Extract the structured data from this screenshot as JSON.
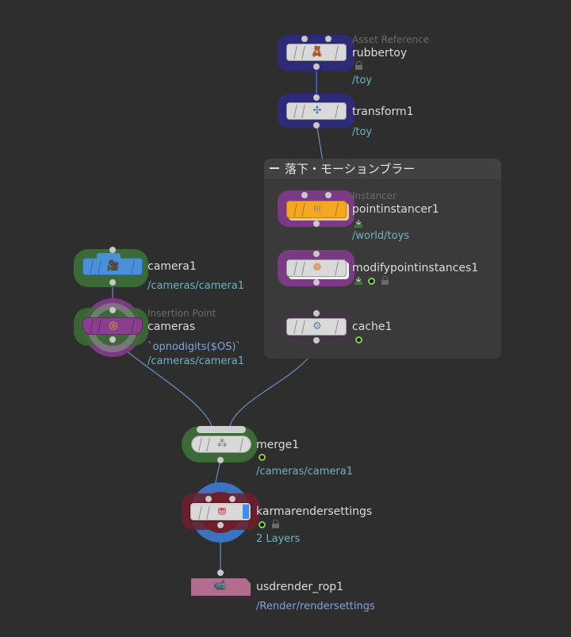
{
  "network_box": {
    "title": "落下・モーションブラー",
    "collapse_icon": "minus-icon"
  },
  "nodes": {
    "rubbertoy": {
      "type_label": "Asset Reference",
      "name": "rubbertoy",
      "path": "/toy",
      "icon": "teddy-bear-icon",
      "flags": [
        "lock-icon"
      ]
    },
    "transform1": {
      "name": "transform1",
      "path": "/toy",
      "icon": "transform-icon"
    },
    "pointinstancer1": {
      "type_label": "Instancer",
      "name": "pointinstancer1",
      "path": "/world/toys",
      "icon": "point-instancer-icon",
      "flags": [
        "download-icon"
      ]
    },
    "modifypointinstances1": {
      "name": "modifypointinstances1",
      "icon": "modify-instances-icon",
      "flags": [
        "download-icon",
        "time-dependent-icon",
        "lock-icon"
      ]
    },
    "cache1": {
      "name": "cache1",
      "icon": "gear-icon",
      "flags": [
        "time-dependent-icon"
      ]
    },
    "camera1": {
      "name": "camera1",
      "path": "/cameras/camera1",
      "icon": "camera-icon"
    },
    "cameras": {
      "type_label": "Insertion Point",
      "name": "cameras",
      "expression": "`opnodigits($OS)`",
      "path": "/cameras/camera1",
      "icon": "insertion-point-icon"
    },
    "merge1": {
      "name": "merge1",
      "path": "/cameras/camera1",
      "icon": "merge-icon",
      "flags": [
        "time-dependent-icon"
      ]
    },
    "karmarendersettings": {
      "name": "karmarendersettings",
      "info": "2 Layers",
      "icon": "karma-icon",
      "flags": [
        "time-dependent-icon",
        "lock-icon"
      ]
    },
    "usdrender_rop1": {
      "name": "usdrender_rop1",
      "path": "/Render/rendersettings",
      "icon": "render-camera-icon"
    }
  },
  "colors": {
    "background": "#2e2e2e",
    "wire": "#6a8fc7",
    "halo_blue": "#2d2a78",
    "halo_purple": "#7a3a84",
    "halo_green": "#3c6a36",
    "halo_red": "#6e1f2a",
    "ring_blue": "#3b73c0",
    "instancer_orange": "#f5a623",
    "camera_blue": "#4a90d9",
    "insertion_purple": "#8a3f8e",
    "rop_pink": "#b36b8e",
    "path_text": "#6cb3c4"
  }
}
